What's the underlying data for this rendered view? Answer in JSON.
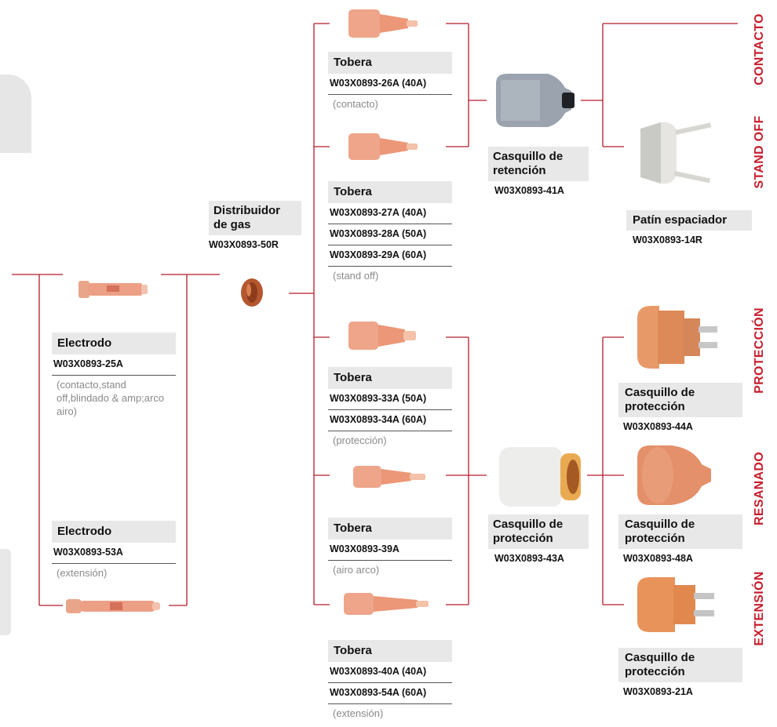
{
  "distributor": {
    "title": "Distribuidor de gas",
    "code": "W03X0893-50R"
  },
  "electrode1": {
    "title": "Electrodo",
    "code": "W03X0893-25A",
    "note": "(contacto,stand off,blindado & amp;arco airo)"
  },
  "electrode2": {
    "title": "Electrodo",
    "code": "W03X0893-53A",
    "note": "(extensión)"
  },
  "nozzle1": {
    "title": "Tobera",
    "codes": [
      "W03X0893-26A (40A)"
    ],
    "note": "(contacto)"
  },
  "nozzle2": {
    "title": "Tobera",
    "codes": [
      "W03X0893-27A (40A)",
      "W03X0893-28A (50A)",
      "W03X0893-29A (60A)"
    ],
    "note": "(stand off)"
  },
  "nozzle3": {
    "title": "Tobera",
    "codes": [
      "W03X0893-33A (50A)",
      "W03X0893-34A (60A)"
    ],
    "note": "(protección)"
  },
  "nozzle4": {
    "title": "Tobera",
    "codes": [
      "W03X0893-39A"
    ],
    "note": "(airo arco)"
  },
  "nozzle5": {
    "title": "Tobera",
    "codes": [
      "W03X0893-40A (40A)",
      "W03X0893-54A (60A)"
    ],
    "note": "(extensión)"
  },
  "retaining_cap": {
    "title": "Casquillo de retención",
    "code": "W03X0893-41A"
  },
  "shield_cap_main": {
    "title": "Casquillo de protección",
    "code": "W03X0893-43A"
  },
  "spacer": {
    "title": "Patín espaciador",
    "code": "W03X0893-14R"
  },
  "shield_cap_44": {
    "title": "Casquillo de protección",
    "code": "W03X0893-44A"
  },
  "shield_cap_48": {
    "title": "Casquillo de protección",
    "code": "W03X0893-48A"
  },
  "shield_cap_21": {
    "title": "Casquillo de protección",
    "code": "W03X0893-21A"
  },
  "side_labels": {
    "contacto": "CONTACTO",
    "standoff": "STAND OFF",
    "proteccion": "PROTECCIÓN",
    "resanado": "RESANADO",
    "extension": "EXTENSIÓN"
  },
  "colors": {
    "line": "#b31c2b",
    "label_red": "#c81e2d",
    "copper": "#e8946f",
    "title_bg": "#e8e8e8"
  }
}
